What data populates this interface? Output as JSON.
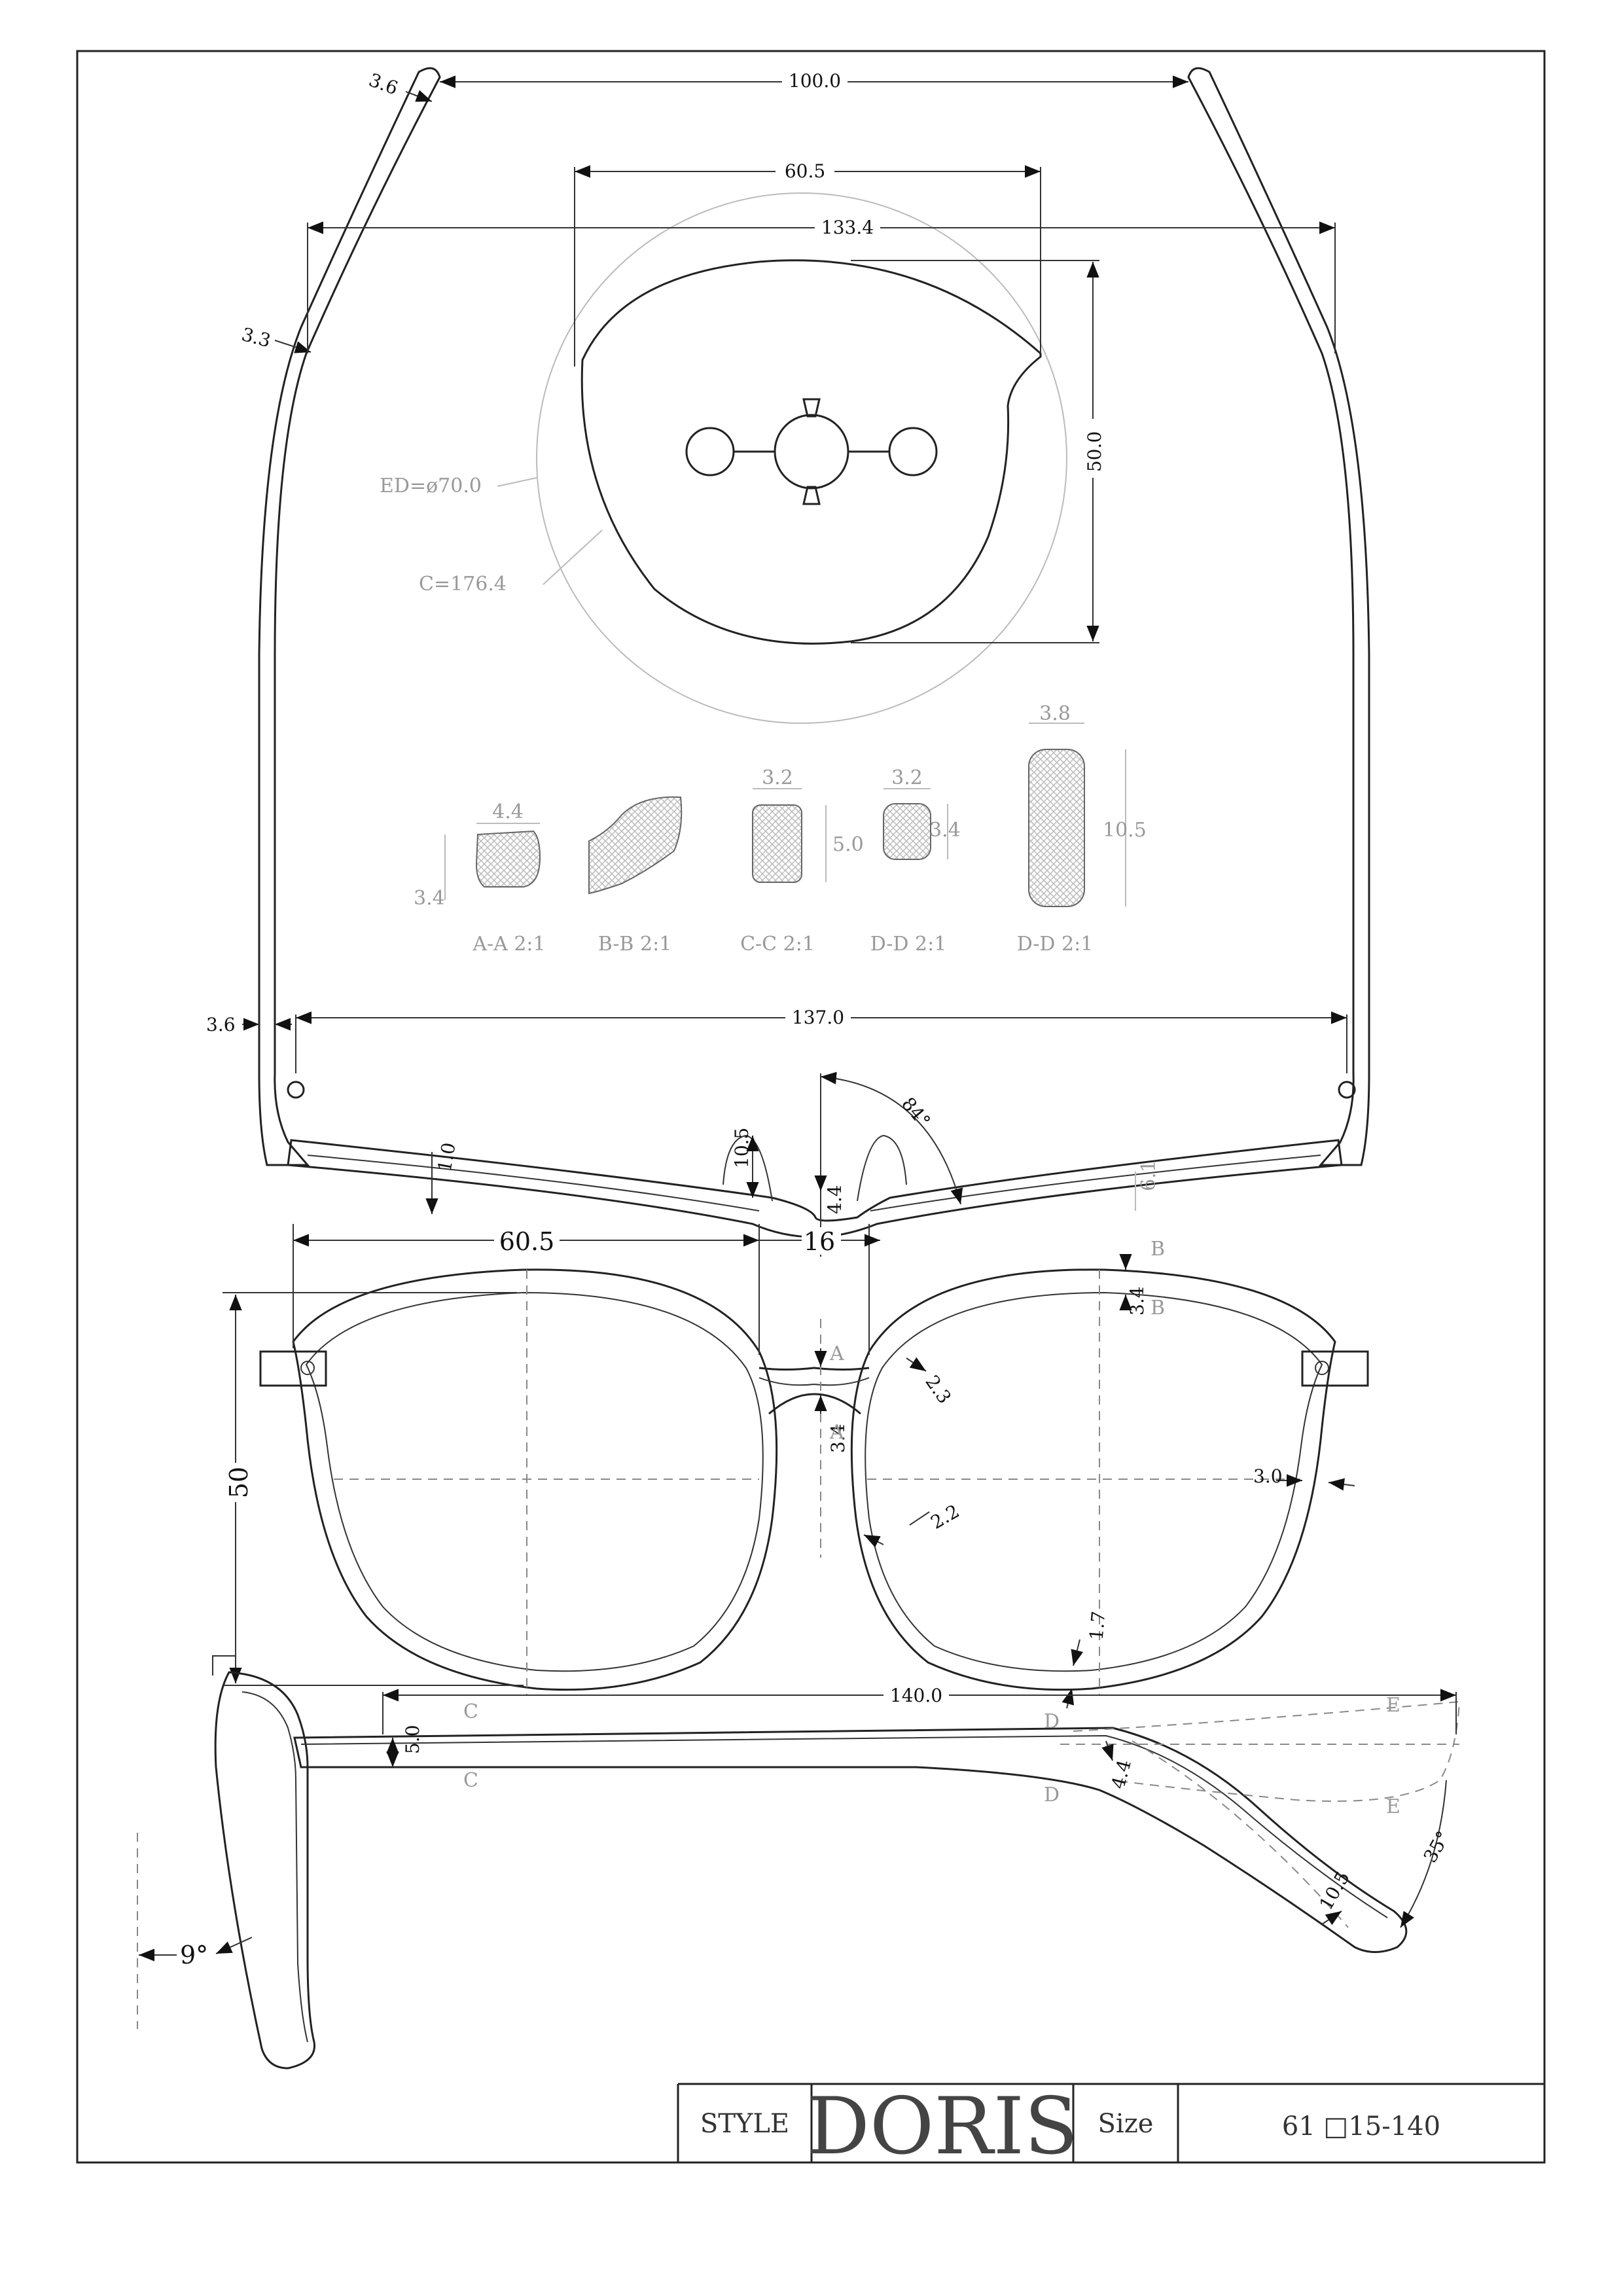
{
  "title_block": {
    "style_label": "STYLE",
    "style_name": "DORIS",
    "size_label": "Size",
    "size_value": "61 □15-140"
  },
  "lens_view": {
    "width": "60.5",
    "height": "50.0",
    "frame_width": "133.4",
    "ed": "ED=ø70.0",
    "circumference": "C=176.4"
  },
  "top_view": {
    "temple_spread": "100.0",
    "temple_thickness_top": "3.6",
    "temple_thickness_mid": "3.3",
    "hinge_thickness": "3.6",
    "inner_width": "137.0",
    "bridge_angle": "84°",
    "rim_thickness": "1.0",
    "pad_depth": "10.5",
    "bridge_thickness": "4.4",
    "end_thickness": "6.1"
  },
  "sections": [
    {
      "label": "A-A 2:1",
      "w": "4.4",
      "h": "3.4"
    },
    {
      "label": "B-B 2:1"
    },
    {
      "label": "C-C 2:1",
      "w": "3.2",
      "h": "5.0"
    },
    {
      "label": "D-D 2:1",
      "w": "3.2",
      "h": "3.4"
    },
    {
      "label": "D-D 2:1",
      "w": "3.8",
      "h": "10.5"
    }
  ],
  "front_view": {
    "lens_width": "60.5",
    "bridge": "16",
    "lens_height": "50",
    "rim_top": "3.4",
    "rim_bridge_diag": "2.3",
    "bridge_height": "3.4",
    "rim_side": "3.0",
    "rim_lower_diag": "2.2",
    "rim_bottom": "1.7",
    "markers": [
      "B",
      "B",
      "A",
      "A"
    ]
  },
  "side_view": {
    "temple_length": "140.0",
    "temple_height": "5.0",
    "temple_thin": "4.4",
    "tip_width": "10.5",
    "tip_angle": "35°",
    "pantoscopic": "9°",
    "markers": [
      "C",
      "C",
      "D",
      "D",
      "E",
      "E"
    ]
  }
}
